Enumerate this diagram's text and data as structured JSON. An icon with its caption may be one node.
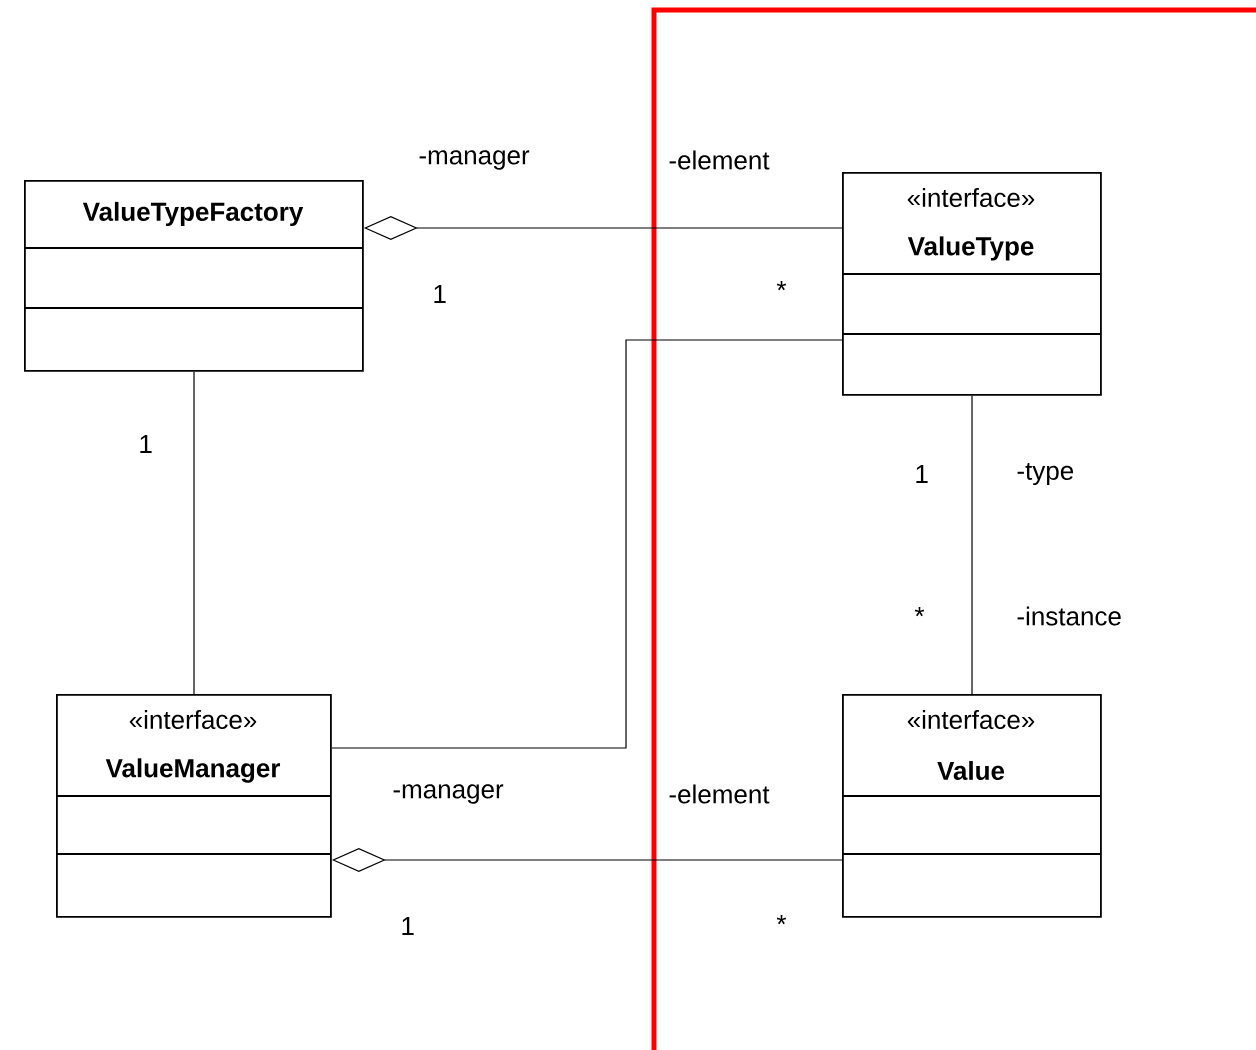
{
  "diagram": {
    "nodes": [
      {
        "text": [
          "ValueTypeFactory"
        ]
      },
      {
        "text": [
          "«interface»",
          "ValueType"
        ]
      },
      {
        "text": [
          "«interface»",
          "ValueManager"
        ]
      },
      {
        "text": [
          "«interface»",
          "Value"
        ]
      }
    ],
    "edges": [
      {
        "from": 0,
        "to": 1,
        "arrow": "other"
      },
      {
        "from": 0,
        "to": 2,
        "arrow": "none"
      },
      {
        "from": 2,
        "to": 1,
        "arrow": "none"
      },
      {
        "from": 1,
        "to": 3,
        "arrow": "none"
      },
      {
        "from": 2,
        "to": 3,
        "arrow": "other"
      }
    ],
    "labels": [
      "-manager",
      "-element",
      "1",
      "*",
      "1",
      "1",
      "-type",
      "*",
      "-instance",
      "-manager",
      "-element",
      "1",
      "*"
    ]
  }
}
